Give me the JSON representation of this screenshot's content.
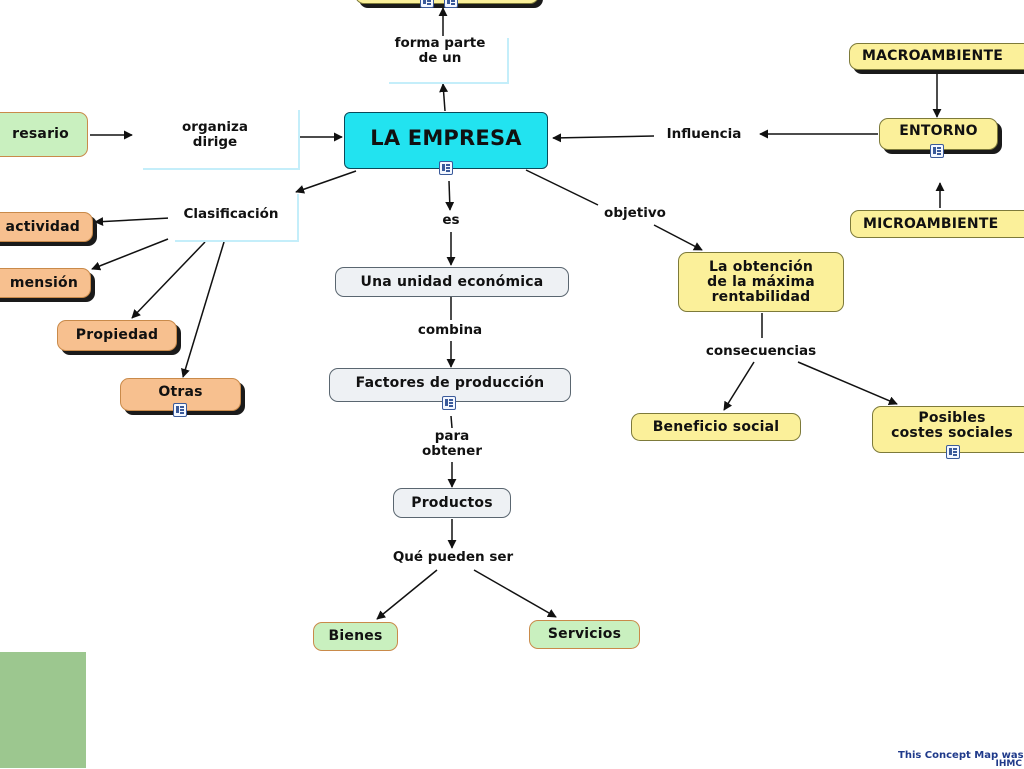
{
  "concept_map": {
    "nodes": {
      "empresario": "resario",
      "la_empresa": "LA EMPRESA",
      "macroambiente": "MACROAMBIENTE",
      "entorno": "ENTORNO",
      "microambiente": "MICROAMBIENTE",
      "actividad": "actividad",
      "dimension": "mensión",
      "propiedad": "Propiedad",
      "otras": "Otras",
      "unidad_economica": "Una unidad económica",
      "factores": "Factores de producción",
      "productos": "Productos",
      "bienes": "Bienes",
      "servicios": "Servicios",
      "obtencion": "La obtención\nde la máxima\nrentabilidad",
      "beneficio": "Beneficio social",
      "costes": "Posibles\ncostes sociales"
    },
    "links": {
      "forma_parte": "forma parte\nde un",
      "organiza": "organiza\ndirige",
      "influencia": "Influencia",
      "clasificacion": "Clasificación",
      "es": "es",
      "objetivo": "objetivo",
      "combina": "combina",
      "para_obtener": "para\nobtener",
      "consecuencias": "consecuencias",
      "que_pueden_ser": "Qué pueden ser"
    },
    "colors": {
      "central": "#22e3f0",
      "green": "#c9f0bf",
      "orange": "#f7c08f",
      "yellow": "#fbf09a",
      "gray": "#eef1f4",
      "arrow": "#111111",
      "side_panel": "#9cc78f"
    },
    "resource_icon": "document-resource-icon"
  },
  "footer": {
    "credit": "This Concept Map was creat",
    "credit_tail": "IHMC"
  }
}
